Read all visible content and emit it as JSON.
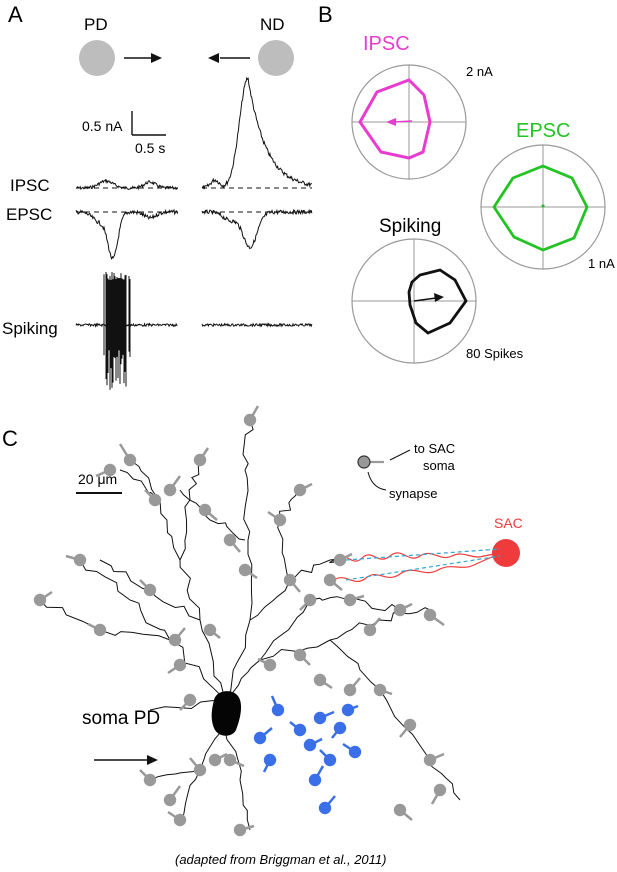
{
  "panel_a": {
    "letter": "A",
    "pd_label": "PD",
    "nd_label": "ND",
    "scale_current": "0.5 nA",
    "scale_time": "0.5 s",
    "ipsc_label": "IPSC",
    "epsc_label": "EPSC",
    "spiking_label": "Spiking"
  },
  "panel_b": {
    "letter": "B",
    "ipsc_title": "IPSC",
    "ipsc_scale": "2 nA",
    "epsc_title": "EPSC",
    "epsc_scale": "1 nA",
    "spiking_title": "Spiking",
    "spiking_scale": "80 Spikes",
    "colors": {
      "ipsc": "#e83ccf",
      "epsc": "#22c322",
      "spiking": "#111111"
    }
  },
  "panel_c": {
    "letter": "C",
    "scale_bar": "20 μm",
    "legend_soma": "to SAC",
    "legend_soma2": "soma",
    "legend_synapse": "synapse",
    "sac_label": "SAC",
    "soma_label": "soma PD",
    "caption": "(adapted from Briggman et al., 2011)",
    "colors": {
      "sac": "#ef3b3b",
      "synapse_gray": "#999999",
      "synapse_blue": "#3a6fe8",
      "dashed": "#2fa9d6"
    }
  }
}
